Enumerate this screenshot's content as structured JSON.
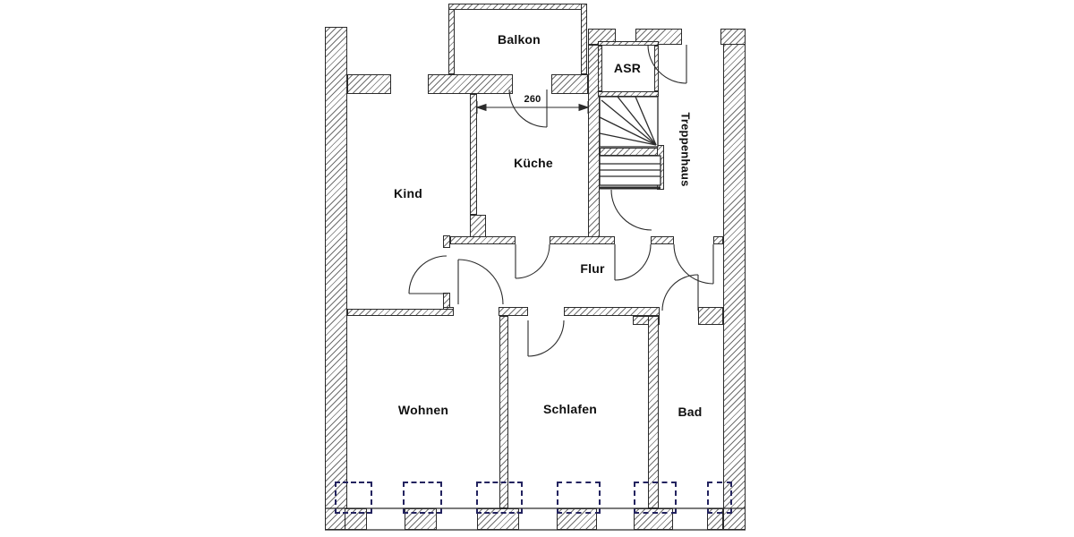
{
  "plan": {
    "type": "apartment-floor-plan",
    "rooms": {
      "balkon": "Balkon",
      "asr": "ASR",
      "treppenhaus": "Treppenhaus",
      "kueche": "Küche",
      "kind": "Kind",
      "flur": "Flur",
      "wohnen": "Wohnen",
      "schlafen": "Schlafen",
      "bad": "Bad"
    },
    "dimension": {
      "value": "260"
    },
    "colors": {
      "wall_outline": "#2b2b2b",
      "hatch_line": "#6f6f6f",
      "window_dashed": "#23235f",
      "background": "#ffffff"
    }
  }
}
